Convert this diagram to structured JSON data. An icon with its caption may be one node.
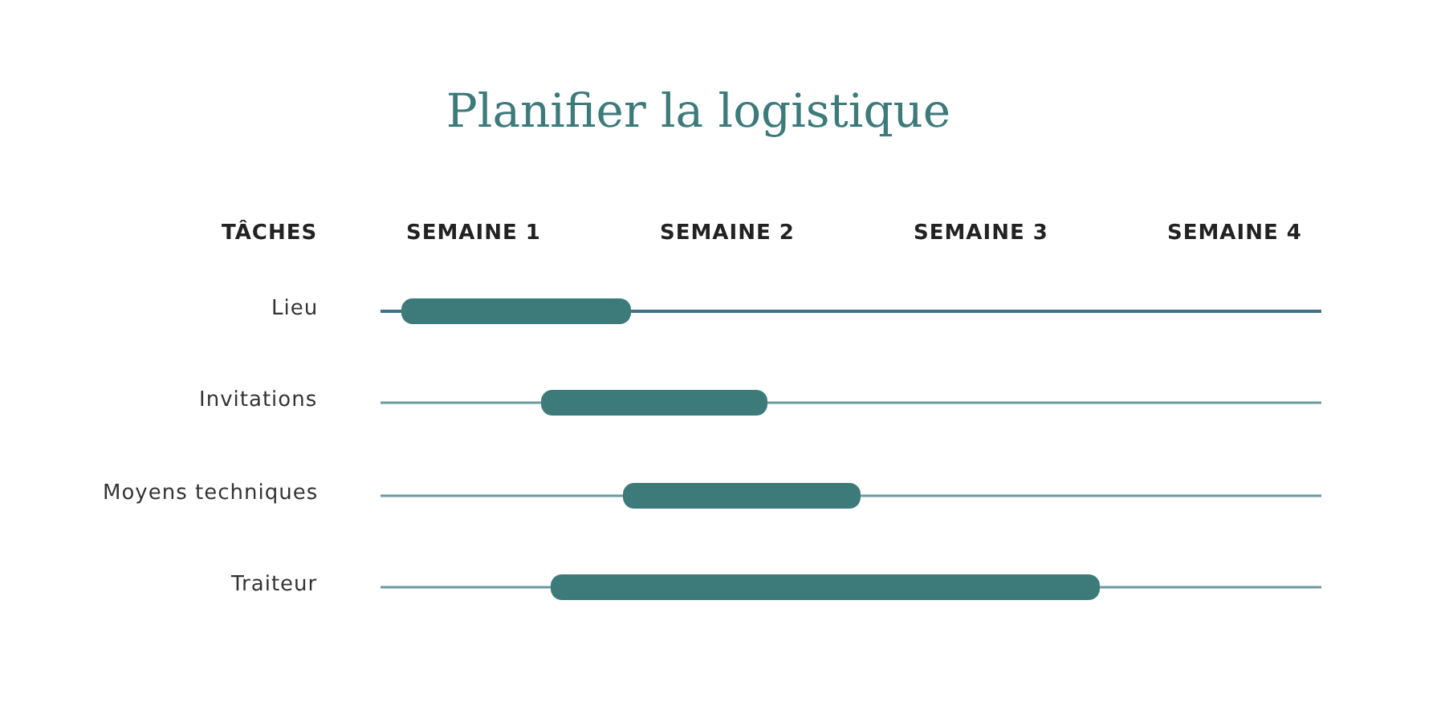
{
  "diagram": {
    "title": "Planifier la logistique",
    "labels": [
      "TÂCHES",
      "SEMAINE 1",
      "SEMAINE 2",
      "SEMAINE 3",
      "SEMAINE 4",
      "Lieu",
      "Invitations",
      "Moyens techniques",
      "Traiteur"
    ]
  }
}
